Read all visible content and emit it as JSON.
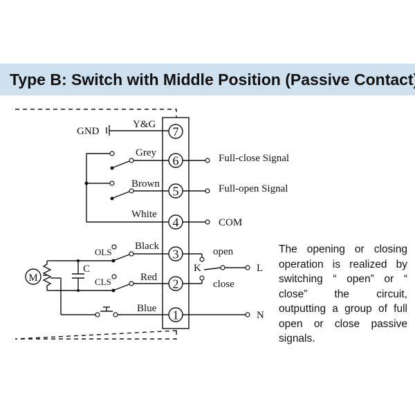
{
  "title": "Type B: Switch with Middle Position (Passive Contact)",
  "terminals": [
    "7",
    "6",
    "5",
    "4",
    "3",
    "2",
    "1"
  ],
  "wires": {
    "t7": "Y&G",
    "t6": "Grey",
    "t5": "Brown",
    "t4": "White",
    "t3": "Black",
    "t2": "Red",
    "t1": "Blue"
  },
  "signals": {
    "full_close": "Full-close Signal",
    "full_open": "Full-open Signal",
    "com": "COM"
  },
  "labels": {
    "gnd": "GND",
    "ols": "OLS",
    "cls": "CLS",
    "capacitor": "C",
    "motor": "M",
    "switch_k": "K",
    "open": "open",
    "close": "close",
    "line": "L",
    "neutral": "N"
  },
  "description": "The opening or closing operation is realized by switching “ open”  or “ close”  the circuit, outputting a group of full open or close passive signals."
}
